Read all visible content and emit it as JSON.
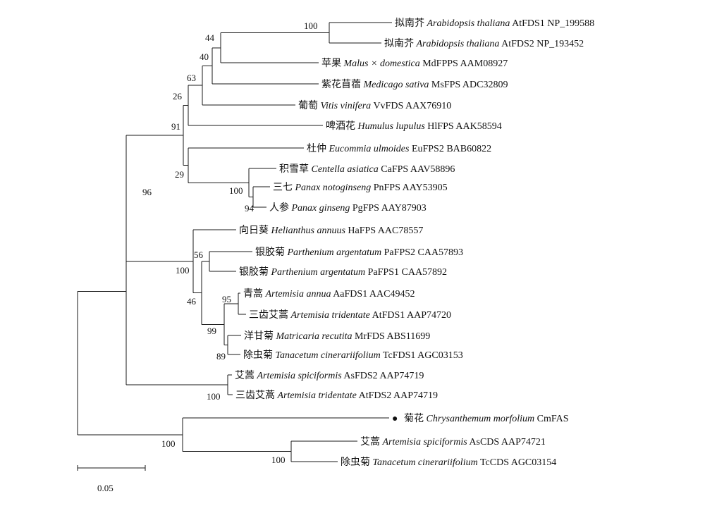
{
  "scale_bar": {
    "label": "0.05"
  },
  "leaves": [
    {
      "id": "at1",
      "cn": "拟南芥",
      "sp": "Arabidopsis thaliana",
      "gene": "AtFDS1 NP_199588"
    },
    {
      "id": "at2",
      "cn": "拟南芥",
      "sp": "Arabidopsis thaliana",
      "gene": "AtFDS2 NP_193452"
    },
    {
      "id": "md",
      "cn": "苹果",
      "sp": "Malus × domestica",
      "gene": "MdFPPS AAM08927"
    },
    {
      "id": "ms",
      "cn": "紫花苜蓿",
      "sp": "Medicago sativa",
      "gene": "MsFPS ADC32809"
    },
    {
      "id": "vv",
      "cn": "葡萄",
      "sp": "Vitis vinifera",
      "gene": "VvFDS AAX76910"
    },
    {
      "id": "hl",
      "cn": "啤酒花",
      "sp": "Humulus lupulus",
      "gene": "HlFPS AAK58594"
    },
    {
      "id": "eu",
      "cn": "杜仲",
      "sp": "Eucommia ulmoides",
      "gene": "EuFPS2 BAB60822"
    },
    {
      "id": "ca",
      "cn": "积雪草",
      "sp": "Centella asiatica",
      "gene": "CaFPS AAV58896"
    },
    {
      "id": "pn",
      "cn": "三七",
      "sp": "Panax notoginseng",
      "gene": "PnFPS AAY53905"
    },
    {
      "id": "pg",
      "cn": "人参",
      "sp": "Panax ginseng",
      "gene": "PgFPS AAY87903"
    },
    {
      "id": "ha",
      "cn": "向日葵",
      "sp": "Helianthus annuus",
      "gene": "HaFPS AAC78557"
    },
    {
      "id": "pa2",
      "cn": "银胶菊",
      "sp": "Parthenium argentatum",
      "gene": "PaFPS2 CAA57893"
    },
    {
      "id": "pa1",
      "cn": "银胶菊",
      "sp": "Parthenium argentatum",
      "gene": "PaFPS1 CAA57892"
    },
    {
      "id": "aa",
      "cn": "青蒿",
      "sp": "Artemisia annua",
      "gene": "AaFDS1 AAC49452"
    },
    {
      "id": "atr1",
      "cn": "三齿艾蒿",
      "sp": "Artemisia tridentate",
      "gene": "AtFDS1 AAP74720"
    },
    {
      "id": "mr",
      "cn": "洋甘菊",
      "sp": "Matricaria recutita",
      "gene": "MrFDS ABS11699"
    },
    {
      "id": "tc1",
      "cn": "除虫菊",
      "sp": "Tanacetum cinerariifolium",
      "gene": "TcFDS1 AGC03153"
    },
    {
      "id": "as2",
      "cn": "艾蒿",
      "sp": "Artemisia spiciformis",
      "gene": "AsFDS2 AAP74719"
    },
    {
      "id": "atr2",
      "cn": "三齿艾蒿",
      "sp": "Artemisia tridentate",
      "gene": "AtFDS2 AAP74719"
    },
    {
      "id": "cm",
      "cn": "菊花",
      "sp": "Chrysanthemum morfolium",
      "gene": "CmFAS",
      "marker": "●"
    },
    {
      "id": "as",
      "cn": "艾蒿",
      "sp": "Artemisia spiciformis",
      "gene": "AsCDS AAP74721"
    },
    {
      "id": "tc",
      "cn": "除虫菊",
      "sp": "Tanacetum cinerariifolium",
      "gene": "TcCDS AGC03154"
    }
  ],
  "nodes": [
    {
      "id": "n_at",
      "children": [
        "at1",
        "at2"
      ],
      "bootstrap": "100"
    },
    {
      "id": "n_md",
      "children": [
        "n_at",
        "md"
      ],
      "bootstrap": "44"
    },
    {
      "id": "n_ms",
      "children": [
        "n_md",
        "ms"
      ],
      "bootstrap": "40"
    },
    {
      "id": "n_vv",
      "children": [
        "n_ms",
        "vv"
      ],
      "bootstrap": "63"
    },
    {
      "id": "n_hl",
      "children": [
        "n_vv",
        "hl"
      ],
      "bootstrap": "26"
    },
    {
      "id": "n_panax",
      "children": [
        "pn",
        "pg"
      ],
      "bootstrap": "94"
    },
    {
      "id": "n_ca",
      "children": [
        "ca",
        "n_panax"
      ],
      "bootstrap": "100"
    },
    {
      "id": "n_eu",
      "children": [
        "eu",
        "n_ca"
      ],
      "bootstrap": "29"
    },
    {
      "id": "n_rosid",
      "children": [
        "n_hl",
        "n_eu"
      ],
      "bootstrap": "91"
    },
    {
      "id": "n_pa",
      "children": [
        "pa2",
        "pa1"
      ],
      "bootstrap": "56"
    },
    {
      "id": "n_art",
      "children": [
        "aa",
        "atr1"
      ],
      "bootstrap": "95"
    },
    {
      "id": "n_mt",
      "children": [
        "mr",
        "tc1"
      ],
      "bootstrap": "89"
    },
    {
      "id": "n_anth",
      "children": [
        "n_art",
        "n_mt"
      ],
      "bootstrap": "99"
    },
    {
      "id": "n_46",
      "children": [
        "n_pa",
        "n_anth"
      ],
      "bootstrap": "46"
    },
    {
      "id": "n_ast",
      "children": [
        "ha",
        "n_46"
      ],
      "bootstrap": "100"
    },
    {
      "id": "n_fps",
      "children": [
        "n_rosid",
        "n_ast"
      ],
      "bootstrap": "96"
    },
    {
      "id": "n_ahds",
      "children": [
        "as2",
        "atr2"
      ],
      "bootstrap": "100"
    },
    {
      "id": "n_big",
      "children": [
        "n_fps",
        "n_ahds"
      ],
      "bootstrap": ""
    },
    {
      "id": "n_cds",
      "children": [
        "as",
        "tc"
      ],
      "bootstrap": "100"
    },
    {
      "id": "n_cm",
      "children": [
        "cm",
        "n_cds"
      ],
      "bootstrap": "100"
    },
    {
      "id": "root",
      "children": [
        "n_big",
        "n_cm"
      ],
      "bootstrap": ""
    }
  ]
}
